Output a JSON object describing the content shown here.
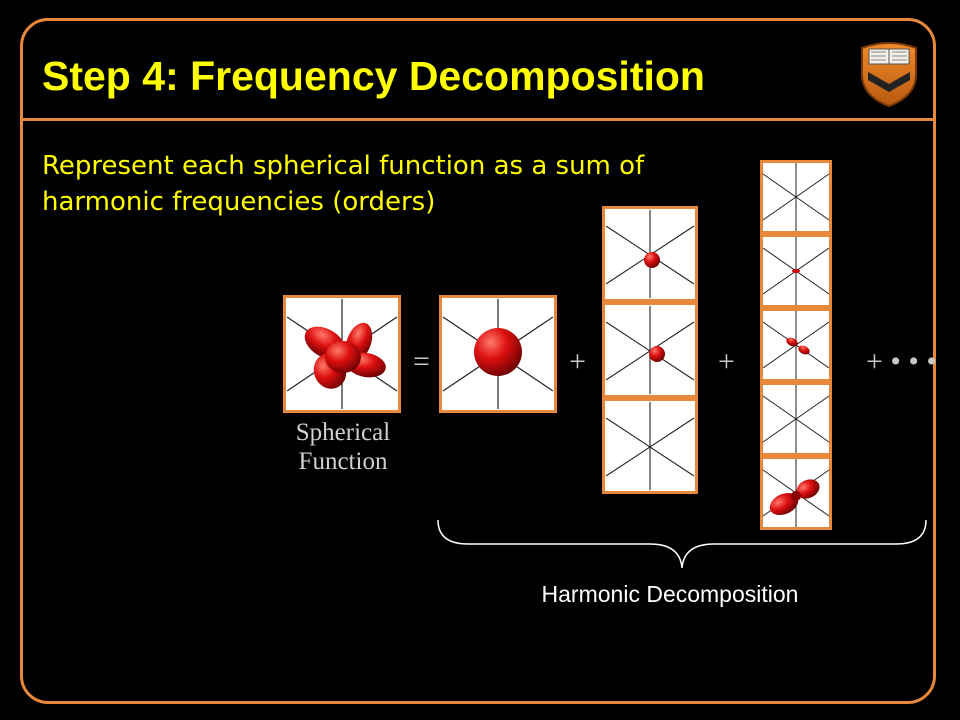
{
  "slide": {
    "title": "Step 4: Frequency Decomposition",
    "subtitle": "Represent each spherical function as a sum of harmonic frequencies (orders)"
  },
  "diagram": {
    "input_caption_line1": "Spherical",
    "input_caption_line2": "Function",
    "equals": "=",
    "plus": "+",
    "ellipsis": "+ • • •",
    "decomposition_label": "Harmonic Decomposition"
  },
  "colors": {
    "accent": "#e8883a",
    "title": "#ffff00",
    "lobe": "#cc0000"
  },
  "icons": {
    "logo": "princeton-shield-icon"
  }
}
